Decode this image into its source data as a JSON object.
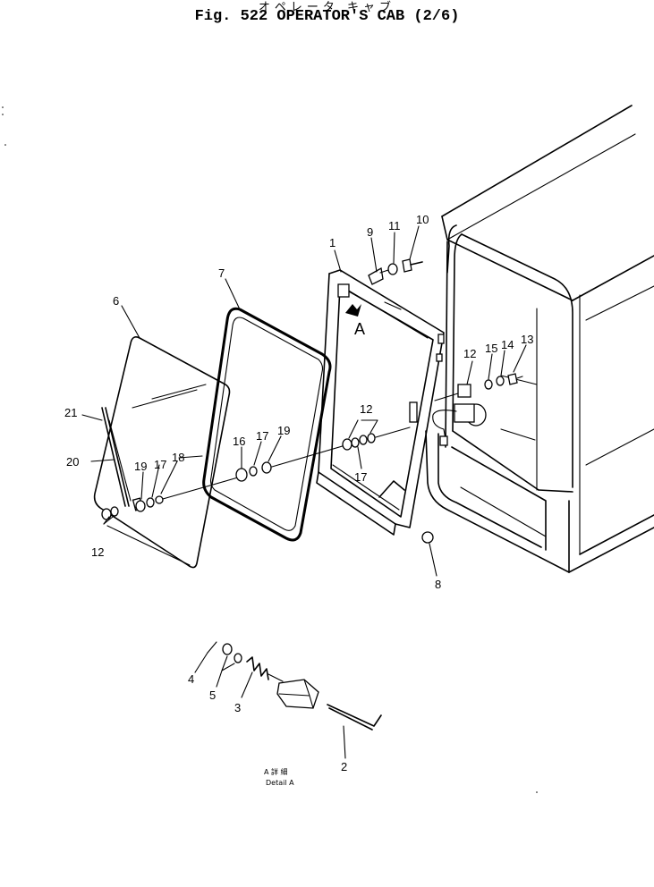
{
  "header": {
    "title_jp": "オペレータ キャブ",
    "title_en": "Fig. 522 OPERATOR'S CAB (2/6)"
  },
  "view_marker": "A",
  "detail_caption": {
    "jp": "A 詳 細",
    "en": "Detail A"
  },
  "callouts": {
    "c1": "1",
    "c2": "2",
    "c3": "3",
    "c4": "4",
    "c5": "5",
    "c6": "6",
    "c7": "7",
    "c8": "8",
    "c9": "9",
    "c10": "10",
    "c11": "11",
    "c12_right": "12",
    "c12_mid": "12",
    "c12_left": "12",
    "c13": "13",
    "c14": "14",
    "c15": "15",
    "c16": "16",
    "c17_a": "17",
    "c17_b": "17",
    "c17_mid": "17",
    "c18": "18",
    "c19_a": "19",
    "c19_b": "19",
    "c20": "20",
    "c21": "21"
  }
}
